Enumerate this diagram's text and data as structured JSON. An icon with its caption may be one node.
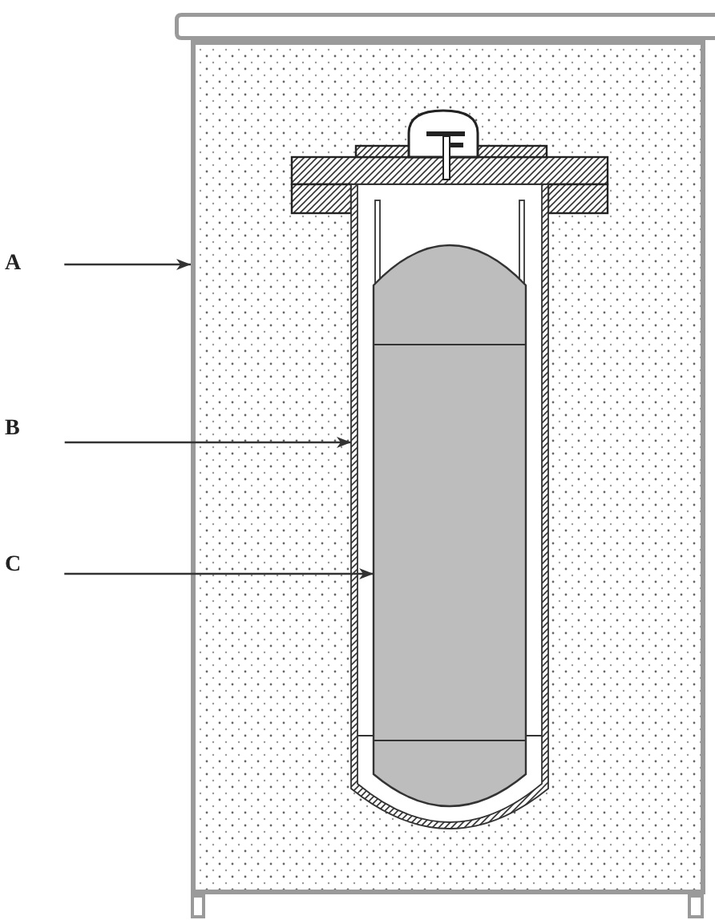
{
  "diagram": {
    "nodes": [
      {
        "text": [
          "A"
        ]
      },
      {
        "text": [
          "B"
        ]
      },
      {
        "text": [
          "C"
        ]
      },
      {
        "text": [],
        "shape": "bar"
      },
      {
        "text": [],
        "shape": "box"
      },
      {
        "text": [],
        "shape": "cylinder",
        "in": 4
      },
      {
        "text": [],
        "shape": "cylinder",
        "in": 5
      }
    ],
    "edges": [
      {
        "from": 0,
        "to": 4,
        "arrow": "to"
      },
      {
        "from": 1,
        "to": 5,
        "arrow": "to"
      },
      {
        "from": 2,
        "to": 6,
        "arrow": "to"
      }
    ]
  }
}
